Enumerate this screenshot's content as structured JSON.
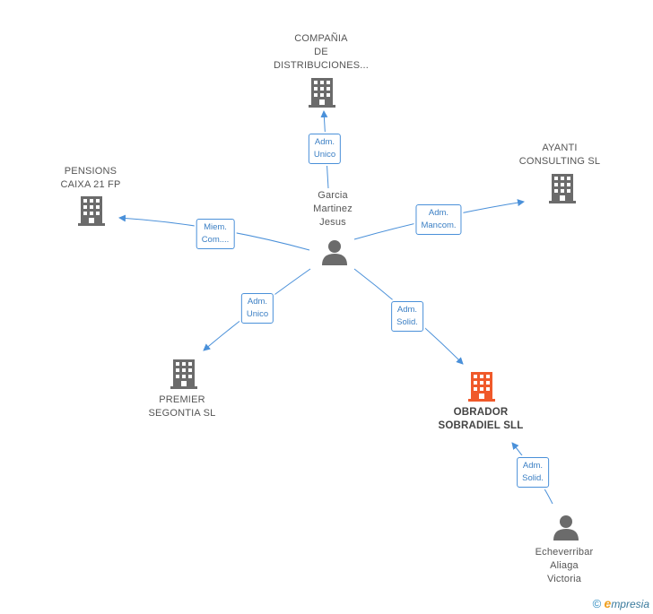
{
  "colors": {
    "edge": "#4a90d9",
    "building": "#6b6b6b",
    "focus_building": "#f0592a",
    "person": "#6b6b6b"
  },
  "nodes": {
    "compania": {
      "label": "COMPAÑIA\nDE\nDISTRIBUCIONES...",
      "icon": "building-icon"
    },
    "pensions": {
      "label": "PENSIONS\nCAIXA 21 FP",
      "icon": "building-icon"
    },
    "ayanti": {
      "label": "AYANTI\nCONSULTING SL",
      "icon": "building-icon"
    },
    "garcia": {
      "label": "Garcia\nMartinez\nJesus",
      "icon": "person-icon"
    },
    "premier": {
      "label": "PREMIER\nSEGONTIA  SL",
      "icon": "building-icon"
    },
    "obrador": {
      "label": "OBRADOR\nSOBRADIEL SLL",
      "icon": "building-icon"
    },
    "echeverribar": {
      "label": "Echeverribar\nAliaga\nVictoria",
      "icon": "person-icon"
    }
  },
  "relations": {
    "to_compania": "Adm.\nUnico",
    "to_pensions": "Miem.\nCom....",
    "to_ayanti": "Adm.\nMancom.",
    "to_premier": "Adm.\nUnico",
    "to_obrador": "Adm.\nSolid.",
    "echeverribar_to_obrador": "Adm.\nSolid."
  },
  "footer": {
    "copyright": "©",
    "brand_initial": "e",
    "brand_rest": "mpresia"
  }
}
